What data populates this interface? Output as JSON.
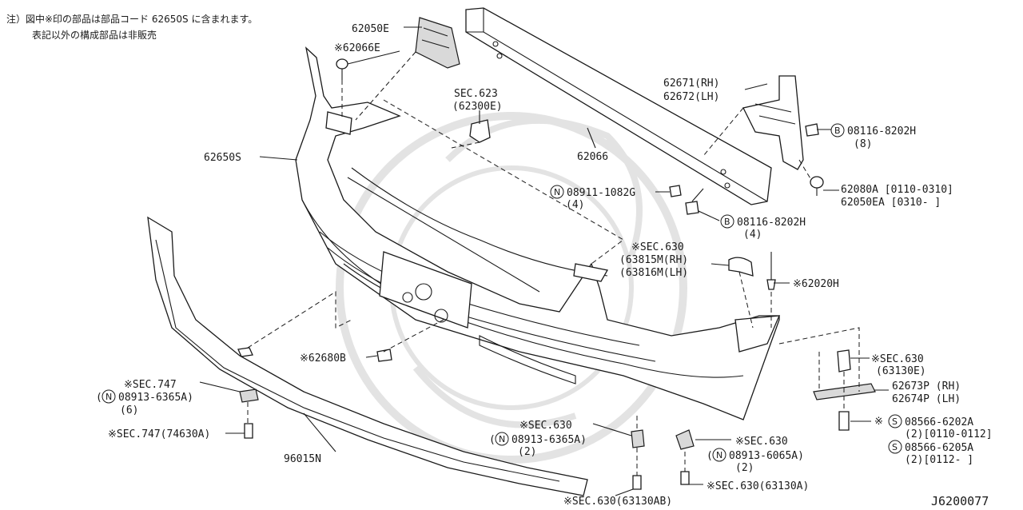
{
  "note": {
    "line1": "注）図中※印の部品は部品コード 62650S に含まれます。",
    "line2": "表記以外の構成部品は非販売"
  },
  "diagram_id": "J6200077",
  "labels": {
    "p62050E": "62050E",
    "p62066E": "※62066E",
    "sec623": "SEC.623",
    "sec623b": "(62300E)",
    "p62066": "62066",
    "p62650S": "62650S",
    "p62671": "62671(RH)",
    "p62672": "62672(LH)",
    "bolt1": "08116-8202H",
    "bolt1q": "(8)",
    "p62080A": "62080A  [0110-0310]",
    "p62050EA": "62050EA [0310-  ]",
    "nut1": "08911-1082G",
    "nut1q": "(4)",
    "bolt2": "08116-8202H",
    "bolt2q": "(4)",
    "sec630a": "※SEC.630",
    "sec630a1": "(63815M(RH)",
    "sec630a2": "(63816M(LH)",
    "p62020H": "※62020H",
    "p62680B": "※62680B",
    "sec630b": "※SEC.630",
    "sec630b1": "(63130E)",
    "p62673P": "62673P (RH)",
    "p62674P": "62674P (LH)",
    "s1": "08566-6202A",
    "s1q": "(2)[0110-0112]",
    "s2": "08566-6205A",
    "s2q": "(2)[0112-     ]",
    "sec747": "※SEC.747",
    "n747": "08913-6365A)",
    "n747q": "(6)",
    "sec747b": "※SEC.747(74630A)",
    "p96015N": "96015N",
    "sec630c": "※SEC.630",
    "n630c": "08913-6365A)",
    "n630cq": "(2)",
    "sec630d": "※SEC.630",
    "n630d": "08913-6065A)",
    "n630dq": "(2)",
    "sec630e": "※SEC.630(63130A)",
    "sec630f": "※SEC.630(63130AB)"
  },
  "markers": {
    "B": "B",
    "N": "N",
    "S": "S"
  }
}
